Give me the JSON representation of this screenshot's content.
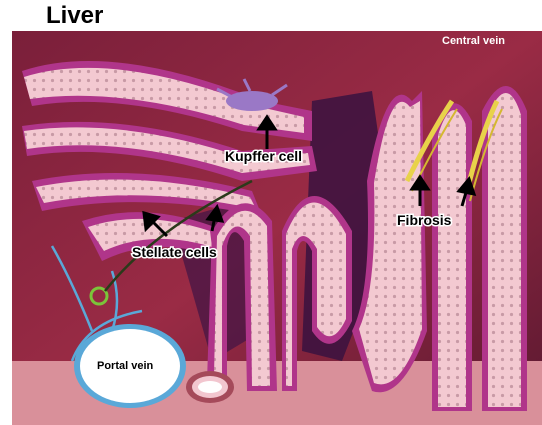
{
  "title": "Liver",
  "labels": {
    "central_vein": "Central vein",
    "kupffer_cell": "Kupffer cell",
    "stellate_cells": "Stellate cells",
    "fibrosis": "Fibrosis",
    "portal_vein": "Portal vein"
  },
  "colors": {
    "tissue_pink": "#f2c6cf",
    "sinusoid_red": "#a32a3e",
    "membrane_magenta": "#b0358a",
    "deep_space": "#3a1240",
    "portal_blue": "#5aa8d8",
    "fibrosis_yellow": "#e8d24a"
  }
}
